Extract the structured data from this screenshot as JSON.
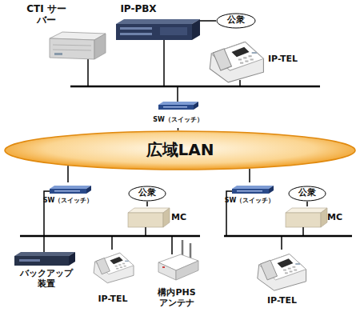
{
  "diagram": {
    "nodes": [
      {
        "text": [
          "CTI サーバー"
        ]
      },
      {
        "text": [
          "IP-PBX"
        ]
      },
      {
        "text": [
          "公衆"
        ]
      },
      {
        "text": [
          "IP-TEL"
        ]
      },
      {
        "text": [
          "SW（スイッチ）"
        ]
      },
      {
        "text": [
          "広域LAN"
        ]
      },
      {
        "text": [
          "SW（スイッチ）"
        ]
      },
      {
        "text": [
          "公衆"
        ]
      },
      {
        "text": [
          "MC"
        ]
      },
      {
        "text": [
          "SW（スイッチ）"
        ]
      },
      {
        "text": [
          "公衆"
        ]
      },
      {
        "text": [
          "MC"
        ]
      },
      {
        "text": [
          "バックアップ 装置"
        ]
      },
      {
        "text": [
          "IP-TEL"
        ]
      },
      {
        "text": [
          "構内PHS アンテナ"
        ]
      },
      {
        "text": [
          "IP-TEL"
        ]
      }
    ],
    "edges": [
      {
        "from": 1,
        "to": 2,
        "arrow": "none"
      },
      {
        "from": 8,
        "to": 7,
        "arrow": "none"
      },
      {
        "from": 11,
        "to": 10,
        "arrow": "none"
      },
      {
        "from": 4,
        "to": 5,
        "arrow": "none"
      },
      {
        "from": 6,
        "to": 5,
        "arrow": "none"
      },
      {
        "from": 9,
        "to": 5,
        "arrow": "none"
      }
    ]
  }
}
